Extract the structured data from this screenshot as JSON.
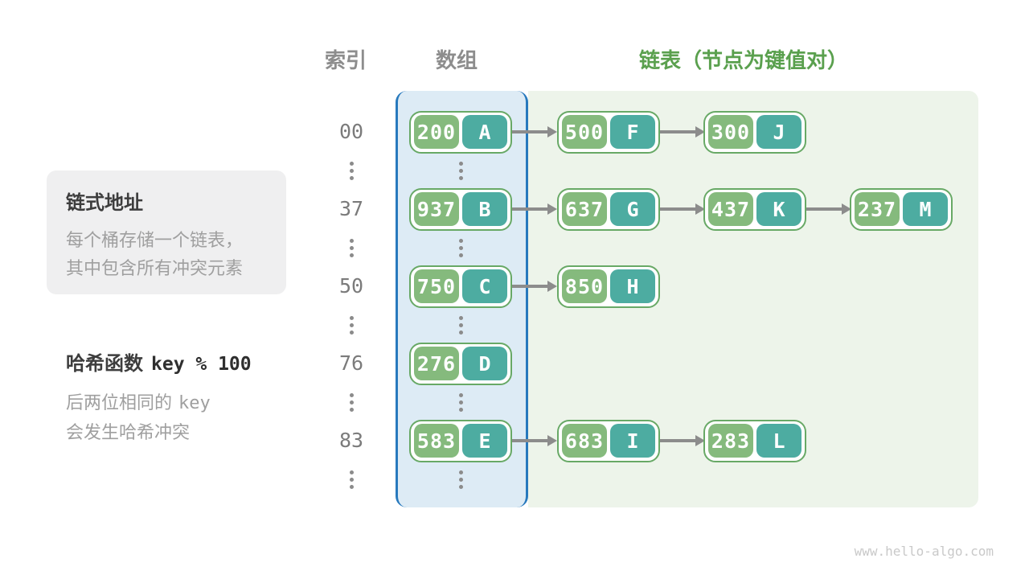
{
  "headers": {
    "index": "索引",
    "array": "数组",
    "list": "链表",
    "list_note": "（节点为键值对）"
  },
  "annotations": {
    "box": {
      "title": "链式地址",
      "line1": "每个桶存储一个链表，",
      "line2": "其中包含所有冲突元素"
    },
    "hash": {
      "title": "哈希函数",
      "code": "key % 100",
      "line1_text": "后两位相同的",
      "line1_code": "key",
      "line2_text": "会发生哈希冲突"
    }
  },
  "watermark": "www.hello-algo.com",
  "colors": {
    "array_fill": "#ddebf5",
    "array_border": "#2779bd",
    "list_fill": "#edf4ea",
    "node_border": "#68a966",
    "key_pill": "#85ba7d",
    "value_pill": "#4daca1",
    "header_green": "#5aa04e",
    "header_gray": "#8d8d8d",
    "arrow_gray": "#8c8c8c"
  },
  "diagram": {
    "rows": [
      {
        "index": "00",
        "bucket": {
          "key": "200",
          "value": "A"
        },
        "chain": [
          {
            "key": "500",
            "value": "F"
          },
          {
            "key": "300",
            "value": "J"
          }
        ]
      },
      {
        "index": "37",
        "bucket": {
          "key": "937",
          "value": "B"
        },
        "chain": [
          {
            "key": "637",
            "value": "G"
          },
          {
            "key": "437",
            "value": "K"
          },
          {
            "key": "237",
            "value": "M"
          }
        ]
      },
      {
        "index": "50",
        "bucket": {
          "key": "750",
          "value": "C"
        },
        "chain": [
          {
            "key": "850",
            "value": "H"
          }
        ]
      },
      {
        "index": "76",
        "bucket": {
          "key": "276",
          "value": "D"
        },
        "chain": []
      },
      {
        "index": "83",
        "bucket": {
          "key": "583",
          "value": "E"
        },
        "chain": [
          {
            "key": "683",
            "value": "I"
          },
          {
            "key": "283",
            "value": "L"
          }
        ]
      }
    ]
  }
}
